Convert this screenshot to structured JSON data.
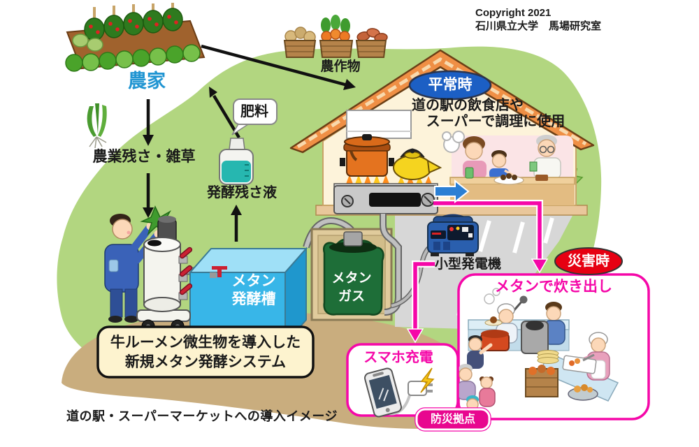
{
  "labels": {
    "copyright1": "Copyright 2021",
    "copyright2": "石川県立大学　馬場研究室",
    "farm": "農家",
    "crops": "農作物",
    "residue": "農業残さ・雑草",
    "fertilizer": "肥料",
    "digestate": "発酵残さ液",
    "fermenter1": "メタン",
    "fermenter2": "発酵槽",
    "gas1": "メタン",
    "gas2": "ガス",
    "system1": "牛ルーメン微生物を導入した",
    "system2": "新規メタン発酵システム",
    "normal_badge": "平常時",
    "normal_use1": "道の駅の飲食店や",
    "normal_use2": "スーパーで調理に使用",
    "generator": "小型発電機",
    "disaster_badge": "災害時",
    "disaster_cooking": "メタンで炊き出し",
    "phone_charge": "スマホ充電",
    "bosai": "防災拠点",
    "caption": "道の駅・スーパーマーケットへの導入イメージ"
  },
  "colors": {
    "accent_magenta": "#f507a8",
    "normal_blue": "#1c5fc4",
    "disaster_red": "#e60012",
    "farm_label_blue": "#2095d2",
    "hill_green": "#b2d680",
    "fermenter_blue": "#38b6e8",
    "gas_green": "#1e6e38",
    "system_box_bg": "#fdf3cf"
  }
}
